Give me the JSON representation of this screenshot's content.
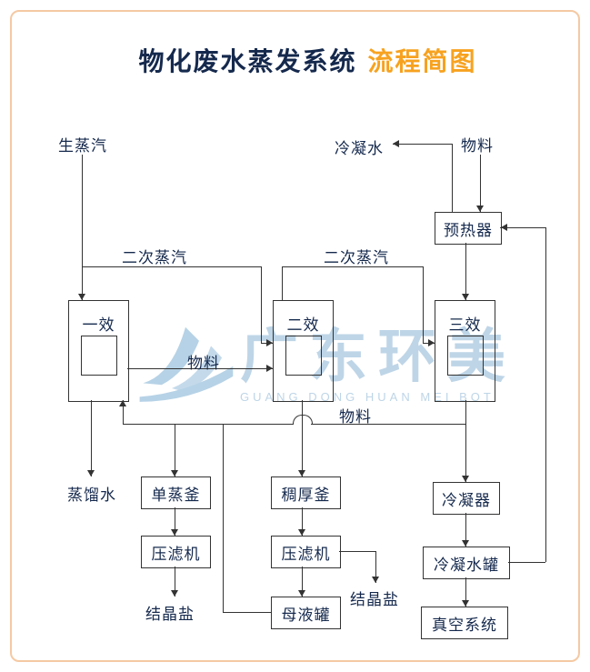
{
  "title": {
    "main": "物化废水蒸发系统",
    "accent": "流程简图"
  },
  "flow_labels": {
    "raw_steam": "生蒸汽",
    "condensate_out": "冷凝水",
    "feed_top": "物料",
    "secondary_steam_a": "二次蒸汽",
    "secondary_steam_b": "二次蒸汽",
    "feed_mid": "物料",
    "feed_bottom": "物料",
    "distilled_water": "蒸馏水",
    "crystal_salt_a": "结晶盐",
    "crystal_salt_b": "结晶盐"
  },
  "nodes": {
    "preheater": "预热器",
    "effect1": "一效",
    "effect2": "二效",
    "effect3": "三效",
    "single_still": "单蒸釜",
    "filter_press_a": "压滤机",
    "thickener": "稠厚釜",
    "filter_press_b": "压滤机",
    "mother_liquor_tank": "母液罐",
    "condenser": "冷凝器",
    "condensate_tank": "冷凝水罐",
    "vacuum_system": "真空系统"
  },
  "edges": [
    "raw_steam -> effect1",
    "feed_top -> preheater",
    "preheater -> condensate_out",
    "condensate_tank -> preheater",
    "preheater -> effect3",
    "effect1 -> effect2 (secondary steam)",
    "effect2 -> effect3 (secondary steam)",
    "effect1 -> effect2 (feed)",
    "effect3 -> effect1 (feed)",
    "mother_liquor_tank -> effect1",
    "effect1 -> distilled_water",
    "feed line -> single_still",
    "single_still -> filter_press_a -> crystal_salt_a",
    "effect2 -> thickener -> filter_press_b -> mother_liquor_tank",
    "filter_press_b -> crystal_salt_b",
    "effect3 -> condenser -> condensate_tank -> vacuum_system"
  ],
  "watermark": {
    "cn": "广东环美",
    "en": "GUANG DONG HUAN MEI BOT"
  },
  "colors": {
    "title": "#15294d",
    "accent": "#f7a21f",
    "line": "#333333",
    "text": "#15294d",
    "frame": "#f5c9a3",
    "watermark": "#aecbe2"
  }
}
